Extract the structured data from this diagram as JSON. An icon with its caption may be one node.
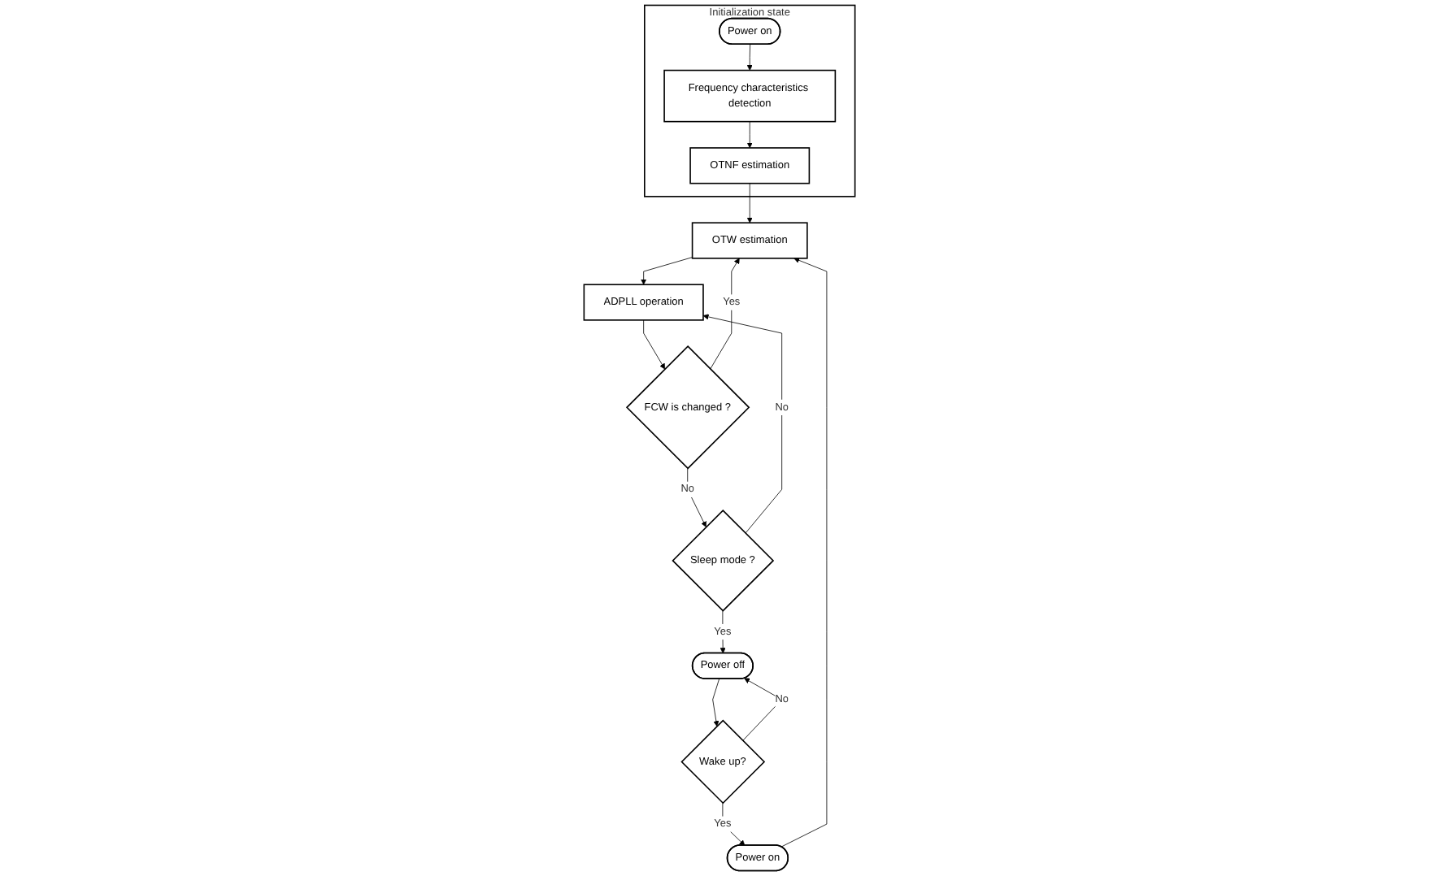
{
  "diagram": {
    "nodes": [
      {
        "text": [
          "Initialization state"
        ]
      },
      {
        "text": [
          "Power on"
        ],
        "in": 0
      },
      {
        "text": [
          "Frequency characteristics detection"
        ],
        "in": 0
      },
      {
        "text": [
          "OTNF estimation"
        ],
        "in": 0
      },
      {
        "text": [
          "Power on"
        ]
      },
      {
        "text": [
          "OTW estimation"
        ]
      },
      {
        "text": [
          "ADPLL operation"
        ]
      },
      {
        "text": [
          "FCW is changed ?"
        ]
      },
      {
        "text": [
          "Sleep mode ?"
        ]
      },
      {
        "text": [
          "Power off"
        ]
      },
      {
        "text": [
          "Wake up?"
        ]
      }
    ],
    "edges": [
      {
        "from": 1,
        "to": 2,
        "arrow": "to"
      },
      {
        "from": 2,
        "to": 3,
        "arrow": "to"
      },
      {
        "from": 3,
        "to": 5,
        "arrow": "to"
      },
      {
        "from": 4,
        "to": 5,
        "arrow": "to"
      },
      {
        "from": 5,
        "to": 6,
        "arrow": "to"
      },
      {
        "from": 6,
        "to": 7,
        "arrow": "to"
      },
      {
        "from": 7,
        "to": 5,
        "label": "Yes",
        "arrow": "to"
      },
      {
        "from": 7,
        "to": 8,
        "label": "No",
        "arrow": "to"
      },
      {
        "from": 8,
        "to": 6,
        "label": "No",
        "arrow": "to"
      },
      {
        "from": 8,
        "to": 9,
        "label": "Yes",
        "arrow": "to"
      },
      {
        "from": 9,
        "to": 10,
        "arrow": "to"
      },
      {
        "from": 10,
        "to": 9,
        "label": "No",
        "arrow": "to"
      },
      {
        "from": 10,
        "to": 4,
        "label": "Yes",
        "arrow": "to"
      }
    ]
  }
}
